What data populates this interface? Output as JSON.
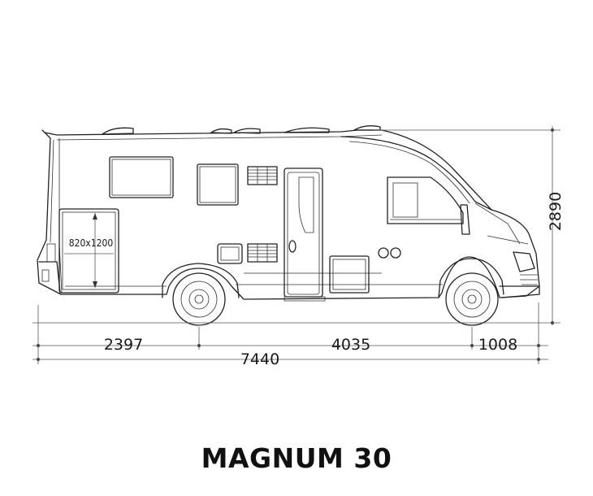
{
  "title": "MAGNUM 30",
  "dimensions": {
    "rear_overhang": "2397",
    "wheelbase": "4035",
    "front_overhang": "1008",
    "total_length": "7440",
    "height": "2890",
    "garage_door": "820x1200"
  },
  "colors": {
    "line": "#222222",
    "background": "#ffffff"
  }
}
